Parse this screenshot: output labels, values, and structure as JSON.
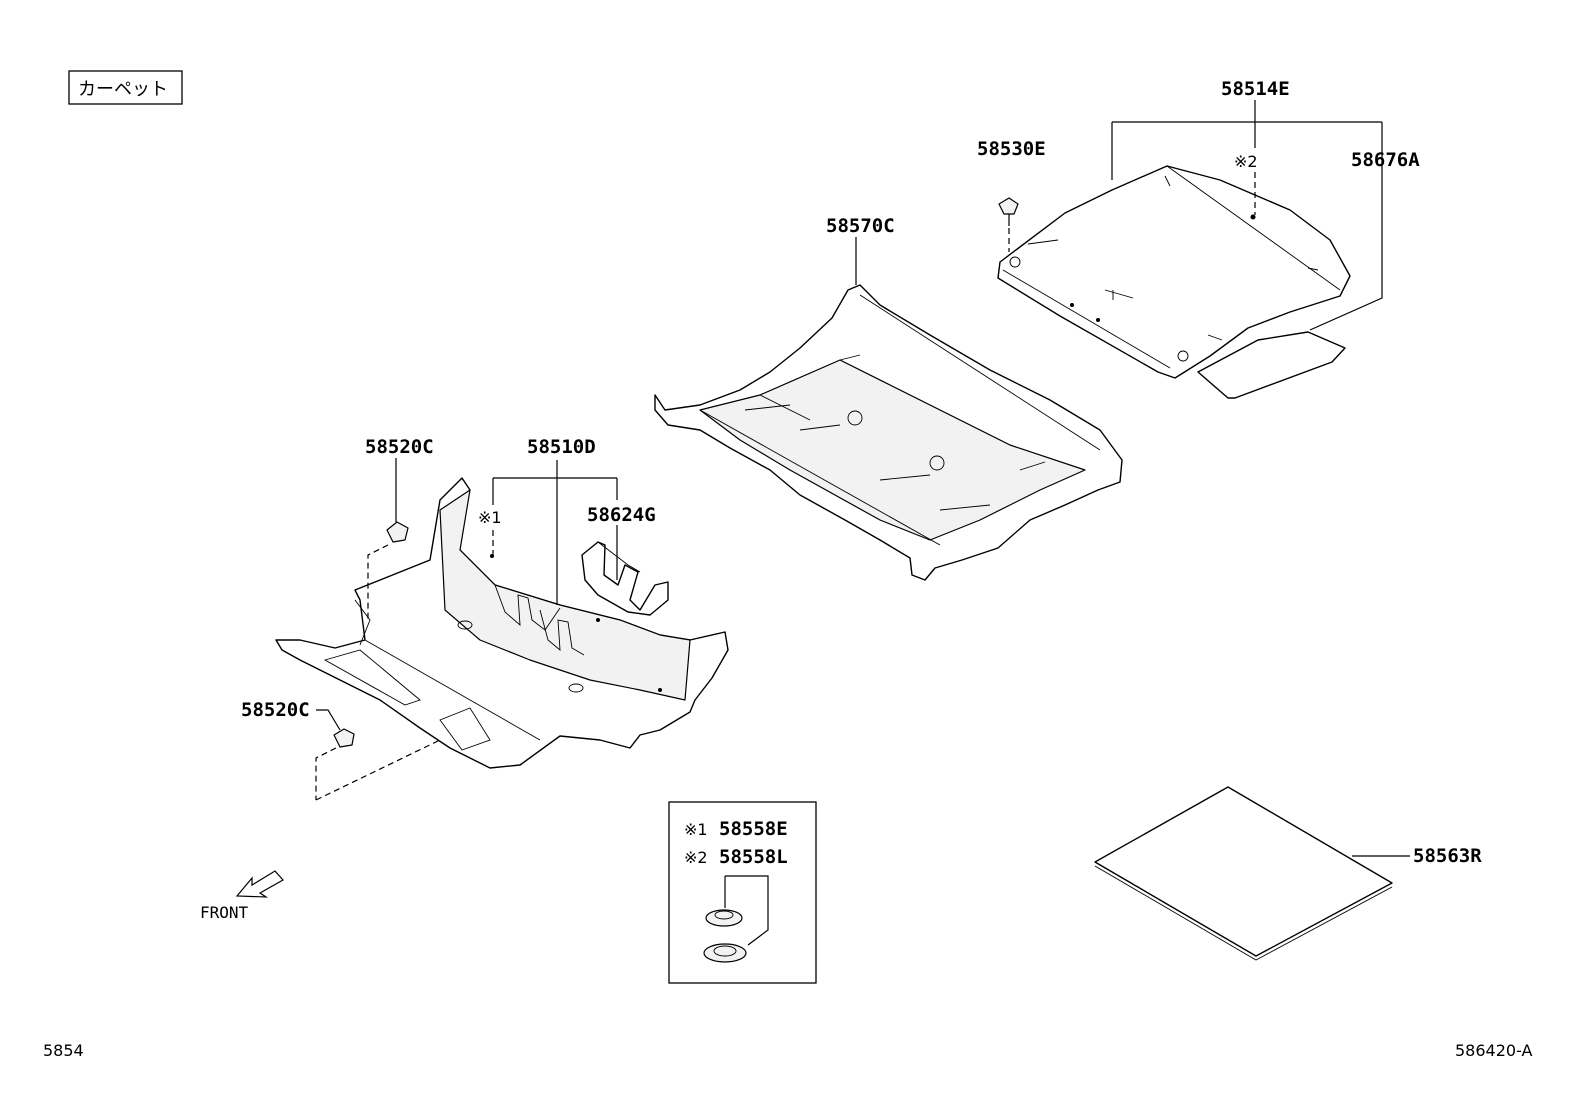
{
  "section_title": "カーペット",
  "footer_left": "5854",
  "footer_right": "586420-A",
  "front_label": "FRONT",
  "parts": {
    "p58514E": "58514E",
    "p58530E": "58530E",
    "p58676A": "58676A",
    "p58570C": "58570C",
    "p58520C_top": "58520C",
    "p58510D": "58510D",
    "p58624G": "58624G",
    "p58520C_bottom": "58520C",
    "p58563R": "58563R"
  },
  "marks": {
    "mark1": "※1",
    "mark2": "※2"
  },
  "legend": {
    "row1_mark": "※1",
    "row1_part": "58558E",
    "row2_mark": "※2",
    "row2_part": "58558L"
  }
}
